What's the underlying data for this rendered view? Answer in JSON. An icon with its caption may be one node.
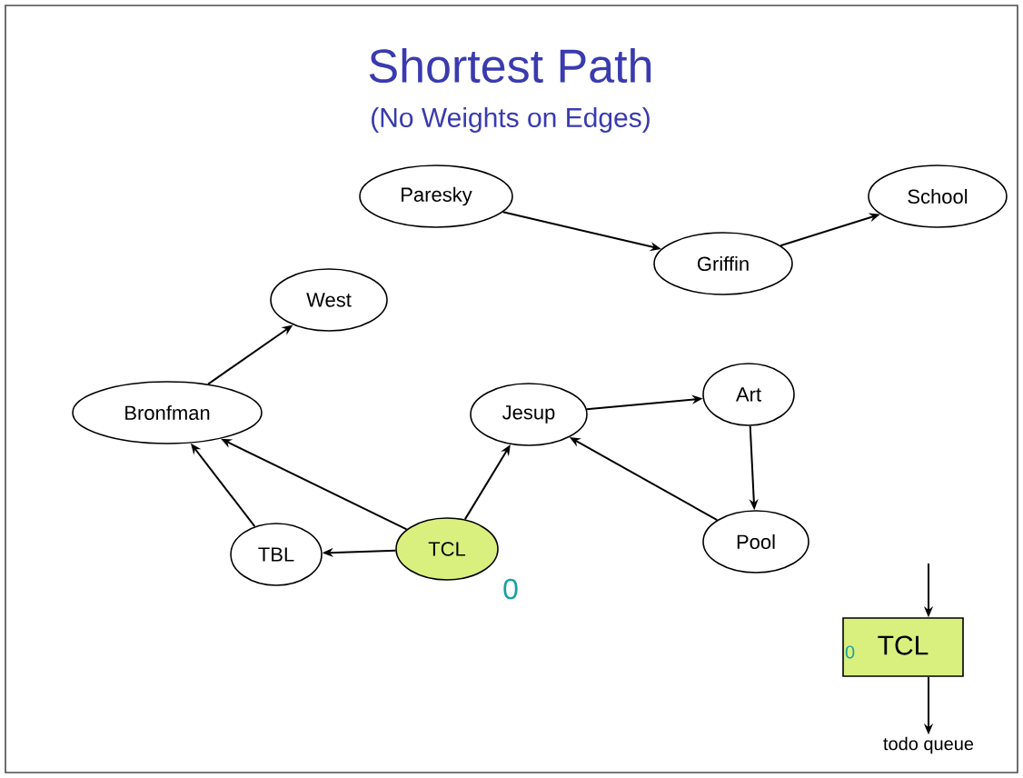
{
  "diagram": {
    "title": "Shortest Path",
    "nodes": [
      {
        "text": [
          "Paresky"
        ]
      },
      {
        "text": [
          "Griffin"
        ]
      },
      {
        "text": [
          "School"
        ]
      },
      {
        "text": [
          "West"
        ]
      },
      {
        "text": [
          "Bronfman"
        ]
      },
      {
        "text": [
          "Jesup"
        ]
      },
      {
        "text": [
          "Art"
        ]
      },
      {
        "text": [
          "Pool"
        ]
      },
      {
        "text": [
          "TBL"
        ]
      },
      {
        "text": [
          "TCL"
        ],
        "beside": [
          "0"
        ]
      },
      {
        "text": [
          "0",
          "TCL"
        ]
      },
      {
        "text": [
          "todo queue"
        ]
      }
    ],
    "edges": [
      {
        "from": 0,
        "to": 1,
        "arrow": "to"
      },
      {
        "from": 1,
        "to": 2,
        "arrow": "to"
      },
      {
        "from": 4,
        "to": 3,
        "arrow": "to"
      },
      {
        "from": 8,
        "to": 4,
        "arrow": "to"
      },
      {
        "from": 9,
        "to": 4,
        "arrow": "to"
      },
      {
        "from": 9,
        "to": 8,
        "arrow": "to"
      },
      {
        "from": 9,
        "to": 5,
        "arrow": "to"
      },
      {
        "from": 5,
        "to": 6,
        "arrow": "to"
      },
      {
        "from": 6,
        "to": 7,
        "arrow": "to"
      },
      {
        "from": 7,
        "to": 5,
        "arrow": "to"
      },
      {
        "from": null,
        "to": 10,
        "arrow": "to"
      },
      {
        "from": 10,
        "to": 11,
        "arrow": "to"
      }
    ],
    "labels": [
      "(No Weights on Edges)"
    ]
  }
}
